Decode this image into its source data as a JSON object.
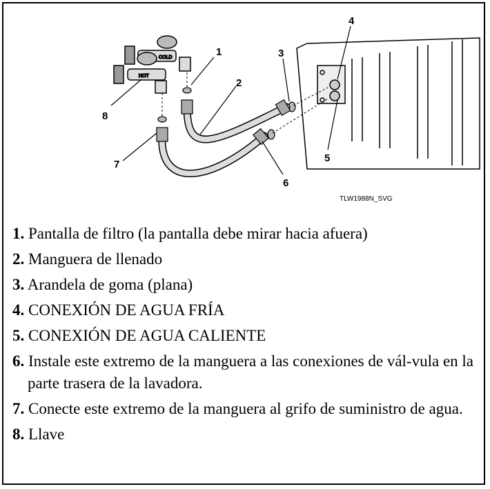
{
  "figure": {
    "code": "TLW1988N_SVG",
    "faucet_cold": "COLD",
    "faucet_hot": "HOT",
    "callouts": [
      "1",
      "2",
      "3",
      "4",
      "5",
      "6",
      "7",
      "8"
    ]
  },
  "legend": [
    {
      "num": "1.",
      "text": "Pantalla de filtro (la pantalla debe mirar hacia afuera)"
    },
    {
      "num": "2.",
      "text": "Manguera de llenado"
    },
    {
      "num": "3.",
      "text": "Arandela de goma (plana)"
    },
    {
      "num": "4.",
      "text": "CONEXIÓN DE AGUA FRÍA"
    },
    {
      "num": "5.",
      "text": "CONEXIÓN DE AGUA CALIENTE"
    },
    {
      "num": "6.",
      "text": "Instale este extremo de la manguera a las conexiones de vál-vula en la parte trasera de la lavadora."
    },
    {
      "num": "7.",
      "text": "Conecte este extremo de la manguera al grifo de suministro de agua."
    },
    {
      "num": "8.",
      "text": "Llave"
    }
  ]
}
